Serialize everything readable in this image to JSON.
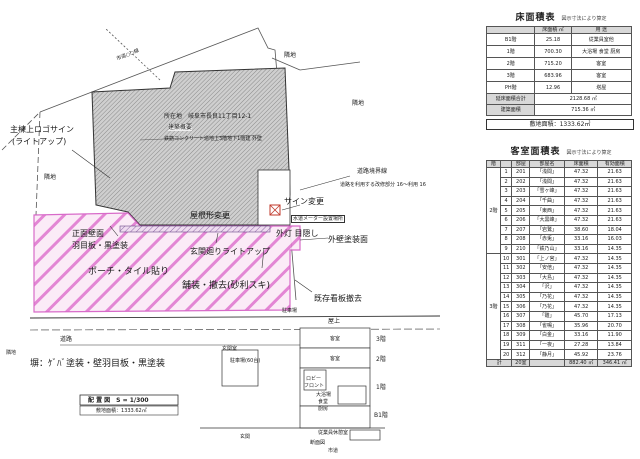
{
  "plan": {
    "building": {
      "line1": "所在地　岐阜市長良11丁目12-1",
      "line2": "建築概要",
      "line3": "鉄筋コンクリート造地上3階地下1階建 外壁"
    },
    "labels": {
      "road_label": "道路",
      "road_top_left": "市道○○線",
      "neighbor_top": "隣地",
      "neighbor_left": "隣地",
      "neighbor_right": "隣地",
      "neighbor_bottom_left": "隣地",
      "road_bottom": "市道",
      "boundary_label": "道路境界線",
      "boundary_note": "道路を利用する改修部分 16～利用 16",
      "water_meter": "水道メーター設置場所",
      "parking_label": "駐車場",
      "entrance_label": "玄関"
    },
    "annotations": {
      "rooftop_logo": "主棟上ロゴサイン",
      "rooftop_logo_sub": "(ライトアップ)",
      "entrance_wall": "正面壁面",
      "entrance_wall_sub": "羽目板・黒塗装",
      "porch": "ポーチ・タイル貼り",
      "paving": "舗装・撤去(砂利スキ)",
      "gable_change": "屋根形変更",
      "gable_light": "玄関廻りライトアップ",
      "sign_change": "サイン変更",
      "exterior_wall": "外壁塗装面",
      "fence_removal": "既存看板撤去",
      "sign_sub": "外灯 目隠し",
      "fence_wall": "塀：ｹﾞﾊﾞ塗装・壁羽目板・黒塗装"
    },
    "floor_diagram": {
      "roof": "屋上",
      "floor3": "3階",
      "floor2": "2階",
      "floor1": "1階",
      "basement": "B1階",
      "room_guest": "客室",
      "room_lobby": "ロビー",
      "room_front": "フロント",
      "room_hall": "大浴場",
      "room_hall2": "食堂",
      "room_hall3": "厨房",
      "room_parking": "駐車場(60台)",
      "room_entrance": "玄関室",
      "room_kitchen": "従業員休憩室",
      "caption": "断面図"
    },
    "scale_title": "配 置 図　S = 1/300",
    "site_area_label": "敷地面積：",
    "site_area_value": "1333.62㎡"
  },
  "floor_area_table": {
    "title": "床面積表",
    "note": "図示寸法により算定",
    "headers": [
      "",
      "床面積 ㎡",
      "用 途"
    ],
    "rows": [
      [
        "B1階",
        "25.18",
        "従業員室他"
      ],
      [
        "1階",
        "700.30",
        "大浴場 食堂 厨房"
      ],
      [
        "2階",
        "715.20",
        "客室"
      ],
      [
        "3階",
        "683.96",
        "客室"
      ],
      [
        "PH階",
        "12.96",
        "塔屋"
      ]
    ],
    "total_label": "延床面積合計",
    "total_value": "2128.68 ㎡",
    "building_area_label": "建築面積",
    "building_area_value": "715.36 ㎡",
    "site_area": "敷地面積：1333.62㎡"
  },
  "guest_room_table": {
    "title": "客室面積表",
    "note": "図示寸法により算定",
    "headers": [
      "階",
      "部屋",
      "部屋名",
      "床面積",
      "有効面積"
    ],
    "floor2_label": "2階",
    "floor3_label": "3階",
    "rows_2f": [
      [
        "1",
        "201",
        "「浅間」",
        "47.32",
        "21.63"
      ],
      [
        "2",
        "202",
        "「浅間」",
        "47.32",
        "21.63"
      ],
      [
        "3",
        "203",
        "「雪ヶ峰」",
        "47.32",
        "21.63"
      ],
      [
        "4",
        "204",
        "「千曲」",
        "47.32",
        "21.63"
      ],
      [
        "5",
        "205",
        "「東西」",
        "47.32",
        "21.63"
      ],
      [
        "6",
        "206",
        "「大黒峰」",
        "47.32",
        "21.63"
      ],
      [
        "7",
        "207",
        "「岩鷲」",
        "38.60",
        "18.04"
      ],
      [
        "8",
        "208",
        "「赤兎」",
        "33.16",
        "16.03"
      ],
      [
        "9",
        "210",
        "「鉄乃山」",
        "33.16",
        "14.35"
      ]
    ],
    "rows_3f": [
      [
        "10",
        "301",
        "「上ノ宮」",
        "47.32",
        "14.35"
      ],
      [
        "11",
        "302",
        "「安倍」",
        "47.32",
        "14.35"
      ],
      [
        "12",
        "303",
        "「大島」",
        "47.32",
        "14.35"
      ],
      [
        "13",
        "304",
        "「沢」",
        "47.32",
        "14.35"
      ],
      [
        "14",
        "305",
        "「乃花」",
        "47.32",
        "14.35"
      ],
      [
        "15",
        "306",
        "「乃花」",
        "47.32",
        "14.35"
      ],
      [
        "16",
        "307",
        "「雛」",
        "45.70",
        "17.13"
      ],
      [
        "17",
        "308",
        "「雀鳴」",
        "35.96",
        "20.70"
      ],
      [
        "18",
        "309",
        "「白金」",
        "33.16",
        "11.90"
      ],
      [
        "19",
        "311",
        "「一夜」",
        "27.28",
        "13.84"
      ],
      [
        "20",
        "312",
        "「静月」",
        "45.92",
        "23.76"
      ]
    ],
    "total_label": "計",
    "total_count": "20室",
    "total_area": "882.40 ㎡",
    "total_effective": "346.41 ㎡"
  },
  "colors": {
    "hatch": "#e07ad0",
    "building_fill": "#bdbdbd",
    "line": "#333333"
  }
}
